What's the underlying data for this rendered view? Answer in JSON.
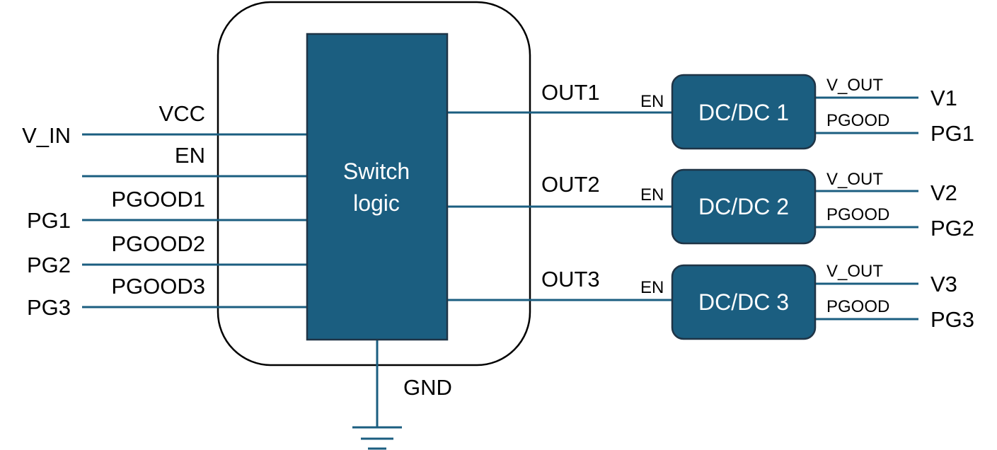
{
  "colors": {
    "block_fill": "#1b5e80",
    "block_stroke": "#1f3446",
    "wire": "#1b5e80",
    "package_outline": "#000000",
    "text": "#000000",
    "block_text": "#ffffff"
  },
  "switch_ic": {
    "logic_label_line1": "Switch",
    "logic_label_line2": "logic",
    "gnd_label": "GND",
    "inputs": [
      {
        "external": "V_IN",
        "pin": "VCC"
      },
      {
        "external": "",
        "pin": "EN"
      },
      {
        "external": "PG1",
        "pin": "PGOOD1"
      },
      {
        "external": "PG2",
        "pin": "PGOOD2"
      },
      {
        "external": "PG3",
        "pin": "PGOOD3"
      }
    ],
    "outputs": [
      "OUT1",
      "OUT2",
      "OUT3"
    ]
  },
  "converters": [
    {
      "name": "DC/DC 1",
      "en_label": "EN",
      "vout_label": "V_OUT",
      "pgood_label": "PGOOD",
      "vout_net": "V1",
      "pg_net": "PG1"
    },
    {
      "name": "DC/DC 2",
      "en_label": "EN",
      "vout_label": "V_OUT",
      "pgood_label": "PGOOD",
      "vout_net": "V2",
      "pg_net": "PG2"
    },
    {
      "name": "DC/DC 3",
      "en_label": "EN",
      "vout_label": "V_OUT",
      "pgood_label": "PGOOD",
      "vout_net": "V3",
      "pg_net": "PG3"
    }
  ]
}
